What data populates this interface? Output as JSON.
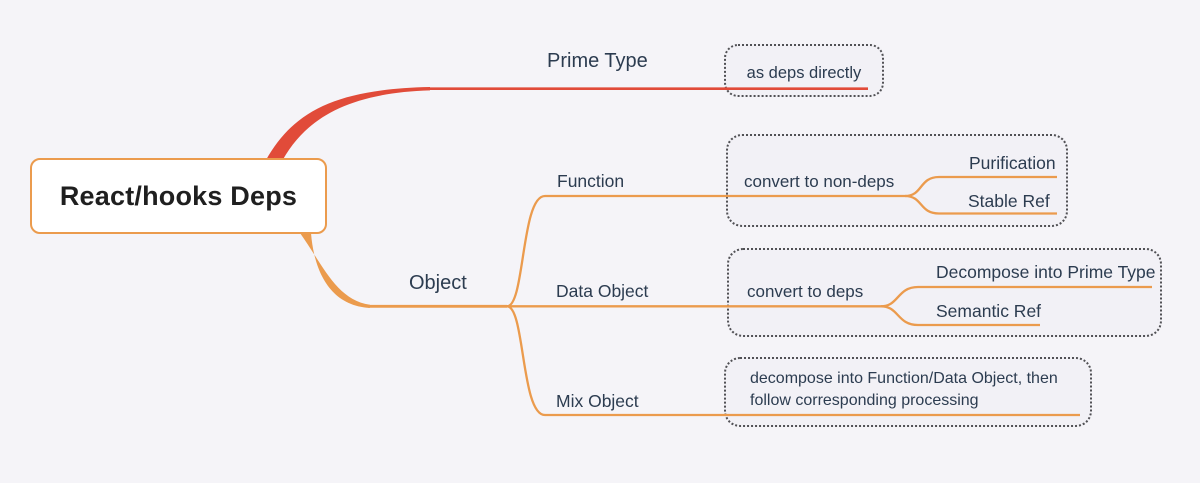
{
  "colors": {
    "background": "#f5f4f8",
    "orange": "#eb9b4d",
    "red": "#e14b39",
    "text_dark": "#2c3c50",
    "dotted_border": "#515155"
  },
  "mindmap": {
    "root": {
      "label": "React/hooks Deps",
      "children": [
        {
          "label": "Prime Type",
          "line_color": "#e14b39",
          "children": [
            {
              "label": "as deps directly",
              "boxed": true
            }
          ]
        },
        {
          "label": "Object",
          "line_color": "#eb9b4d",
          "children": [
            {
              "label": "Function",
              "children": [
                {
                  "label": "convert to non-deps",
                  "boxed": true,
                  "children": [
                    {
                      "label": "Purification"
                    },
                    {
                      "label": "Stable Ref"
                    }
                  ]
                }
              ]
            },
            {
              "label": "Data Object",
              "children": [
                {
                  "label": "convert to deps",
                  "boxed": true,
                  "children": [
                    {
                      "label": "Decompose into Prime Type"
                    },
                    {
                      "label": "Semantic Ref"
                    }
                  ]
                }
              ]
            },
            {
              "label": "Mix Object",
              "children": [
                {
                  "label": "decompose into Function/Data Object, then follow corresponding processing",
                  "boxed": true
                }
              ]
            }
          ]
        }
      ]
    }
  }
}
